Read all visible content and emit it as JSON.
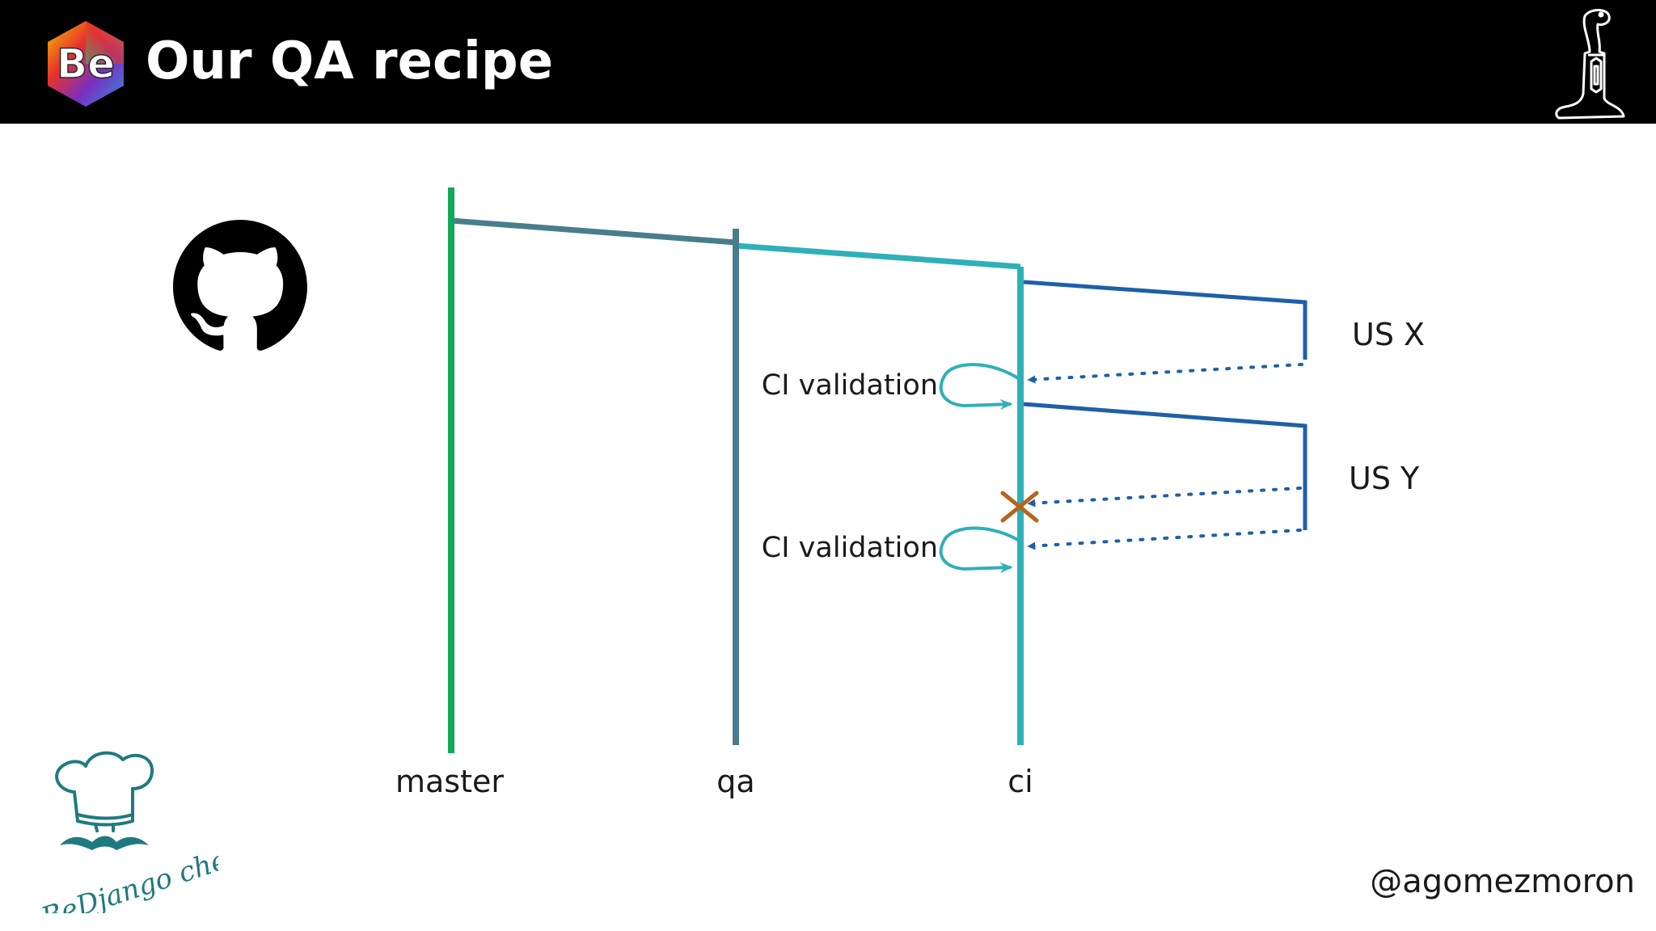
{
  "header": {
    "title": "Our QA recipe",
    "logo_text": "Be"
  },
  "diagram": {
    "branches": [
      {
        "id": "master",
        "label": "master",
        "color": "#14a85a"
      },
      {
        "id": "qa",
        "label": "qa",
        "color": "#4a7d8c"
      },
      {
        "id": "ci",
        "label": "ci",
        "color": "#2fb0b8"
      }
    ],
    "user_stories": [
      {
        "label": "US X",
        "color": "#1f5fa8"
      },
      {
        "label": "US Y",
        "color": "#1f5fa8"
      }
    ],
    "ci_validations": [
      {
        "label": "CI validation"
      },
      {
        "label": "CI validation"
      }
    ],
    "rejected_merge_marker_color": "#b5651d"
  },
  "footer": {
    "handle": "@agomezmoron",
    "chef_logo_text": "BeDjango chef"
  }
}
